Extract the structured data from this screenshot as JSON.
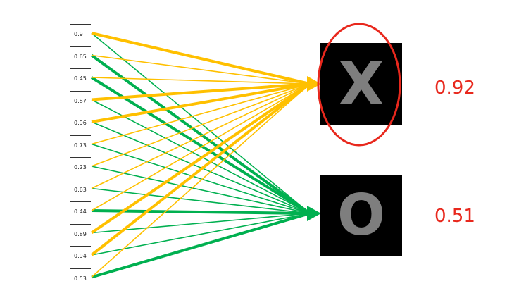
{
  "inputs": [
    "0.9",
    "0.65",
    "0.45",
    "0.87",
    "0.96",
    "0.73",
    "0.23",
    "0.63",
    "0.44",
    "0.89",
    "0.94",
    "0.53"
  ],
  "outputs": [
    {
      "glyph": "X",
      "score": "0.92",
      "highlighted": true
    },
    {
      "glyph": "O",
      "score": "0.51",
      "highlighted": false
    }
  ],
  "colors": {
    "x_connection": "#FFC000",
    "o_connection": "#00B050",
    "highlight_circle": "#E8281D",
    "score_text": "#E8281D",
    "box_background": "#000000",
    "glyph": "#7E7E7E"
  },
  "strong_connections": {
    "x": [
      "0.9",
      "0.87",
      "0.96",
      "0.89",
      "0.94"
    ],
    "o": [
      "0.65",
      "0.45",
      "0.44",
      "0.53"
    ]
  }
}
